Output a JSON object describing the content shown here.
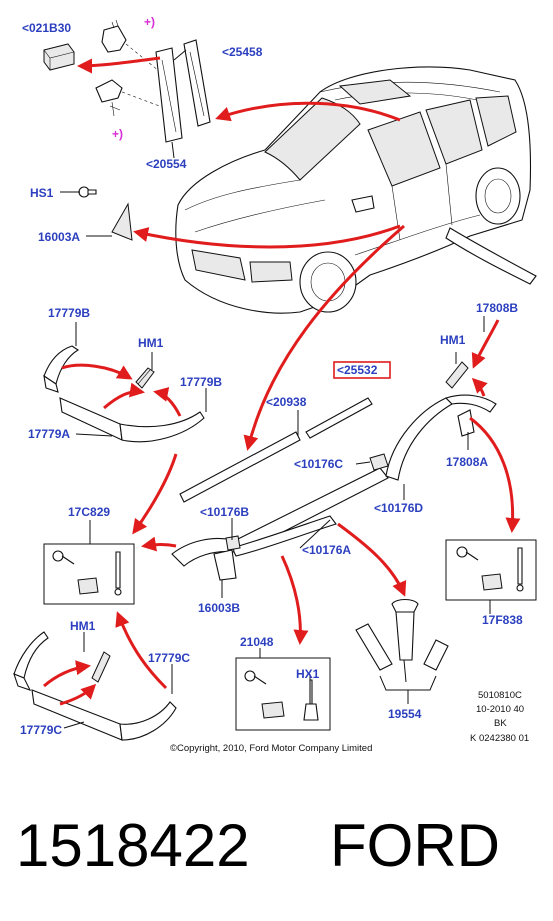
{
  "labels": {
    "l021B30": "<021B30",
    "l25458": "<25458",
    "l20554": "<20554",
    "lHS1": "HS1",
    "l16003A": "16003A",
    "l17779B_a": "17779B",
    "lHM1_a": "HM1",
    "l17779B_b": "17779B",
    "l17779A": "17779A",
    "l25532": "<25532",
    "l20938": "<20938",
    "l10176C": "<10176C",
    "l17808B": "17808B",
    "lHM1_b": "HM1",
    "l17808A": "17808A",
    "l10176D": "<10176D",
    "l17C829": "17C829",
    "l10176B": "<10176B",
    "l10176A": "<10176A",
    "l16003B": "16003B",
    "l17F838": "17F838",
    "lHM1_c": "HM1",
    "l17779C_a": "17779C",
    "l17779C_b": "17779C",
    "l21048": "21048",
    "lHX1": "HX1",
    "l19554": "19554"
  },
  "plus_markers": [
    "+)",
    "+)"
  ],
  "ref_block": {
    "line1": "5010810C",
    "line2": "10-2010 40",
    "line3": "BK",
    "line4": "K 0242380 01"
  },
  "copyright": "©Copyright, 2010, Ford Motor Company Limited",
  "footer": {
    "part_number": "1518422",
    "brand": "FORD"
  },
  "colors": {
    "label": "#2b3fbf",
    "arrow": "#e01c1c",
    "plus": "#d62fd6",
    "highlight_box": "#e01c1c"
  }
}
